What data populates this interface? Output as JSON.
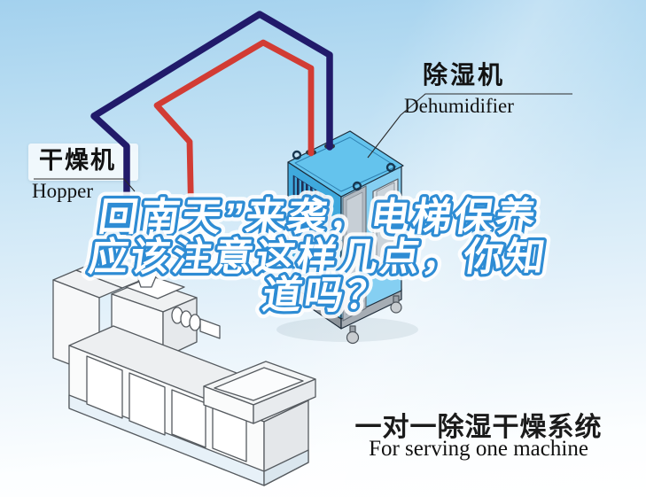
{
  "background": {
    "sky_top": "#A3D1EE",
    "sky_bottom": "#FFFFFF"
  },
  "labels": {
    "dehumidifier": {
      "zh": "除湿机",
      "en": "Dehumidifier"
    },
    "hopper": {
      "zh": "干燥机",
      "en": "Hopper"
    }
  },
  "headline": {
    "line1": "回南天”来袭，电梯保养",
    "line2": "应该注意这样几点，你知",
    "line3": "道吗？",
    "fill_color": "#FFFFFF",
    "outline_color": "#2E8CD4"
  },
  "tagline": {
    "zh": "一对一除湿干燥系统",
    "en": "For serving one machine"
  },
  "illustration": {
    "dehumidifier_body_color": "#5FC0EC",
    "pipes": [
      {
        "name": "return-air-pipe",
        "color": "#211A6A"
      },
      {
        "name": "dry-air-pipe",
        "color": "#D23C34"
      }
    ]
  }
}
